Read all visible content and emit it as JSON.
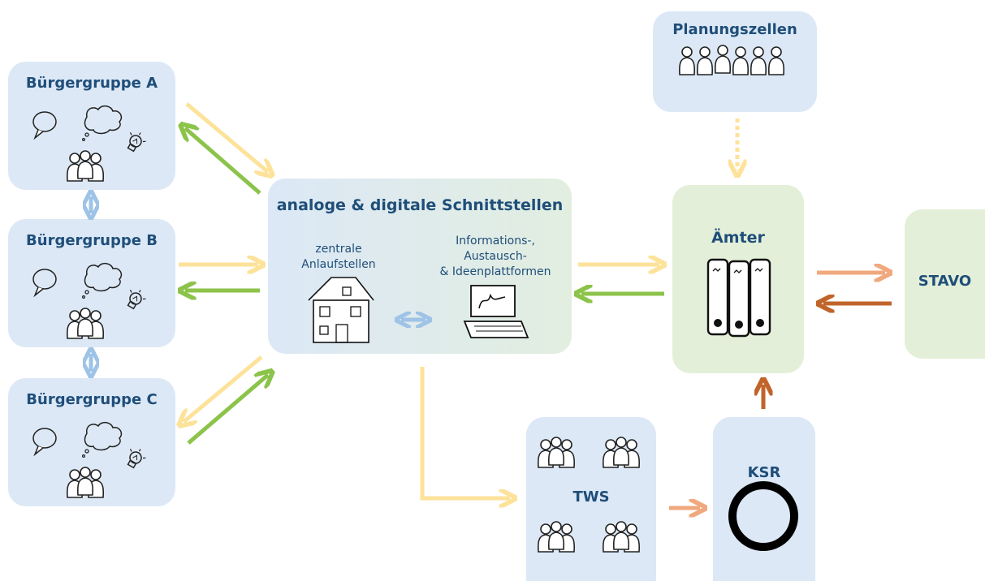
{
  "groups": {
    "a": "Bürgergruppe A",
    "b": "Bürgergruppe B",
    "c": "Bürgergruppe C"
  },
  "hub": {
    "title": "analoge & digitale Schnittstellen",
    "left_label_1": "zentrale",
    "left_label_2": "Anlaufstellen",
    "right_label_1": "Informations-,",
    "right_label_2": "Austausch-",
    "right_label_3": "& Ideenplattformen"
  },
  "planung": "Planungszellen",
  "aemter": "Ämter",
  "stavo": "STAVO",
  "tws": "TWS",
  "ksr": "KSR",
  "colors": {
    "yellow_arrow": "#fde29a",
    "green_arrow": "#8cc34a",
    "blue_arrow": "#9ec3e6",
    "orange_light": "#f0a97e",
    "orange_dark": "#c0642a",
    "box_blue": "#dce8f6",
    "box_green": "#e3efd8",
    "title_blue": "#1f4e79"
  }
}
